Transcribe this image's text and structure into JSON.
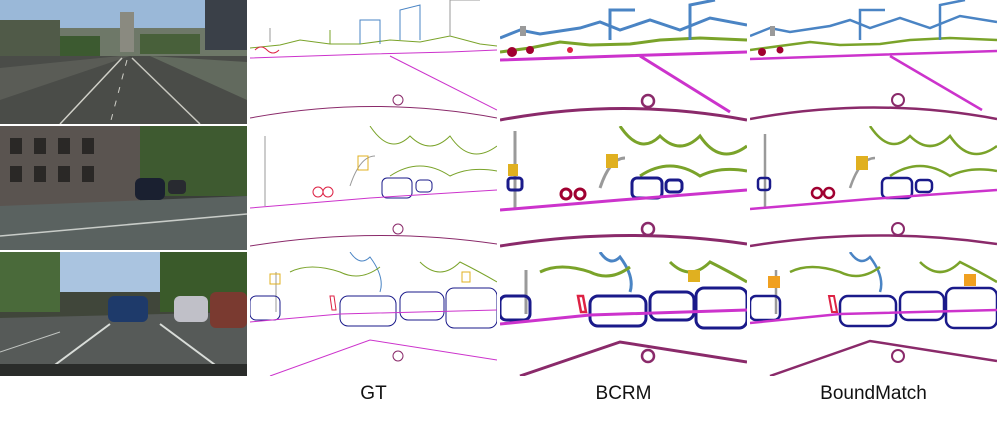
{
  "columns": [
    {
      "label": ""
    },
    {
      "label": "GT"
    },
    {
      "label": "BCRM"
    },
    {
      "label": "BoundMatch"
    }
  ],
  "colors": {
    "road": "#cc33cc",
    "road_dark": "#8a2a6a",
    "vegetation": "#7aa32a",
    "building": "#4a84c4",
    "car": "#1a1a8a",
    "person": "#dd2244",
    "rider": "#a00030",
    "pole": "#9a9a9a",
    "traffic_sign": "#e0b020",
    "sky": "#9ab8d8"
  }
}
